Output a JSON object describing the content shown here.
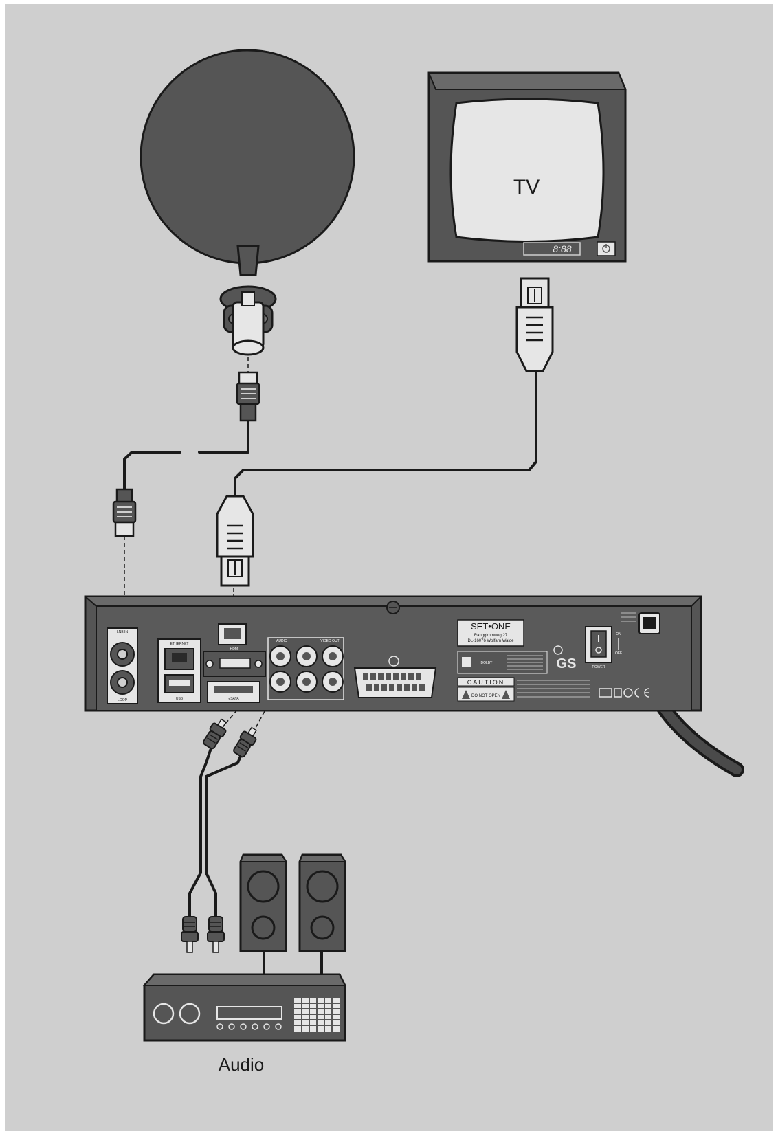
{
  "labels": {
    "tv": "TV",
    "tv_clock": "8:88",
    "audio": "Audio"
  },
  "receiver": {
    "brand": "SET•ONE",
    "address_line1": "Ranggimmweg 27",
    "address_line2": "DL-16076 Wolfarn Walde",
    "caution": "CAUTION",
    "do_not_open": "DO NOT OPEN",
    "lnb_in": "LNB IN",
    "loop": "LOOP",
    "ethernet": "ETHERNET",
    "usb": "USB",
    "hdmi": "HDMI",
    "esata": "eSATA",
    "audio_port": "AUDIO",
    "video_out": "VIDEO OUT",
    "power": "POWER",
    "on": "ON",
    "off": "OFF",
    "dolby": "DOLBY",
    "gs": "GS"
  },
  "colors": {
    "background": "#cfcfcf",
    "device_dark": "#555555",
    "outline": "#1a1a1a",
    "light_fill": "#e6e6e6"
  }
}
